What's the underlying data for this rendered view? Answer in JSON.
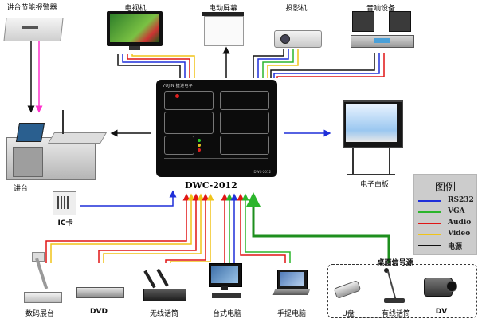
{
  "labels": {
    "lectern_alarm": "讲台节能报警器",
    "tv": "电视机",
    "screen": "电动屏幕",
    "projector": "投影机",
    "audio": "音响设备",
    "lectern": "讲台",
    "whiteboard": "电子白板",
    "ic_card": "IC卡",
    "desktop_signal": "桌面信号源",
    "doc_camera": "数码展台",
    "dvd": "DVD",
    "wireless_mic": "无线话筒",
    "desktop_pc": "台式电脑",
    "laptop": "手提电脑",
    "usb": "U盘",
    "wired_mic": "有线话筒",
    "dv": "DV"
  },
  "controller": {
    "name": "DWC-2012",
    "brand": "YUJIN 捷进电子"
  },
  "legend": {
    "title": "图例",
    "items": [
      {
        "label": "RS232",
        "color": "#1f2fd9"
      },
      {
        "label": "VGA",
        "color": "#2bb52b"
      },
      {
        "label": "Audio",
        "color": "#e01515"
      },
      {
        "label": "Video",
        "color": "#f0c419"
      },
      {
        "label": "电源",
        "color": "#111111"
      }
    ]
  },
  "colors": {
    "pink": "#ff33cc",
    "purple": "#7a3fcf"
  }
}
